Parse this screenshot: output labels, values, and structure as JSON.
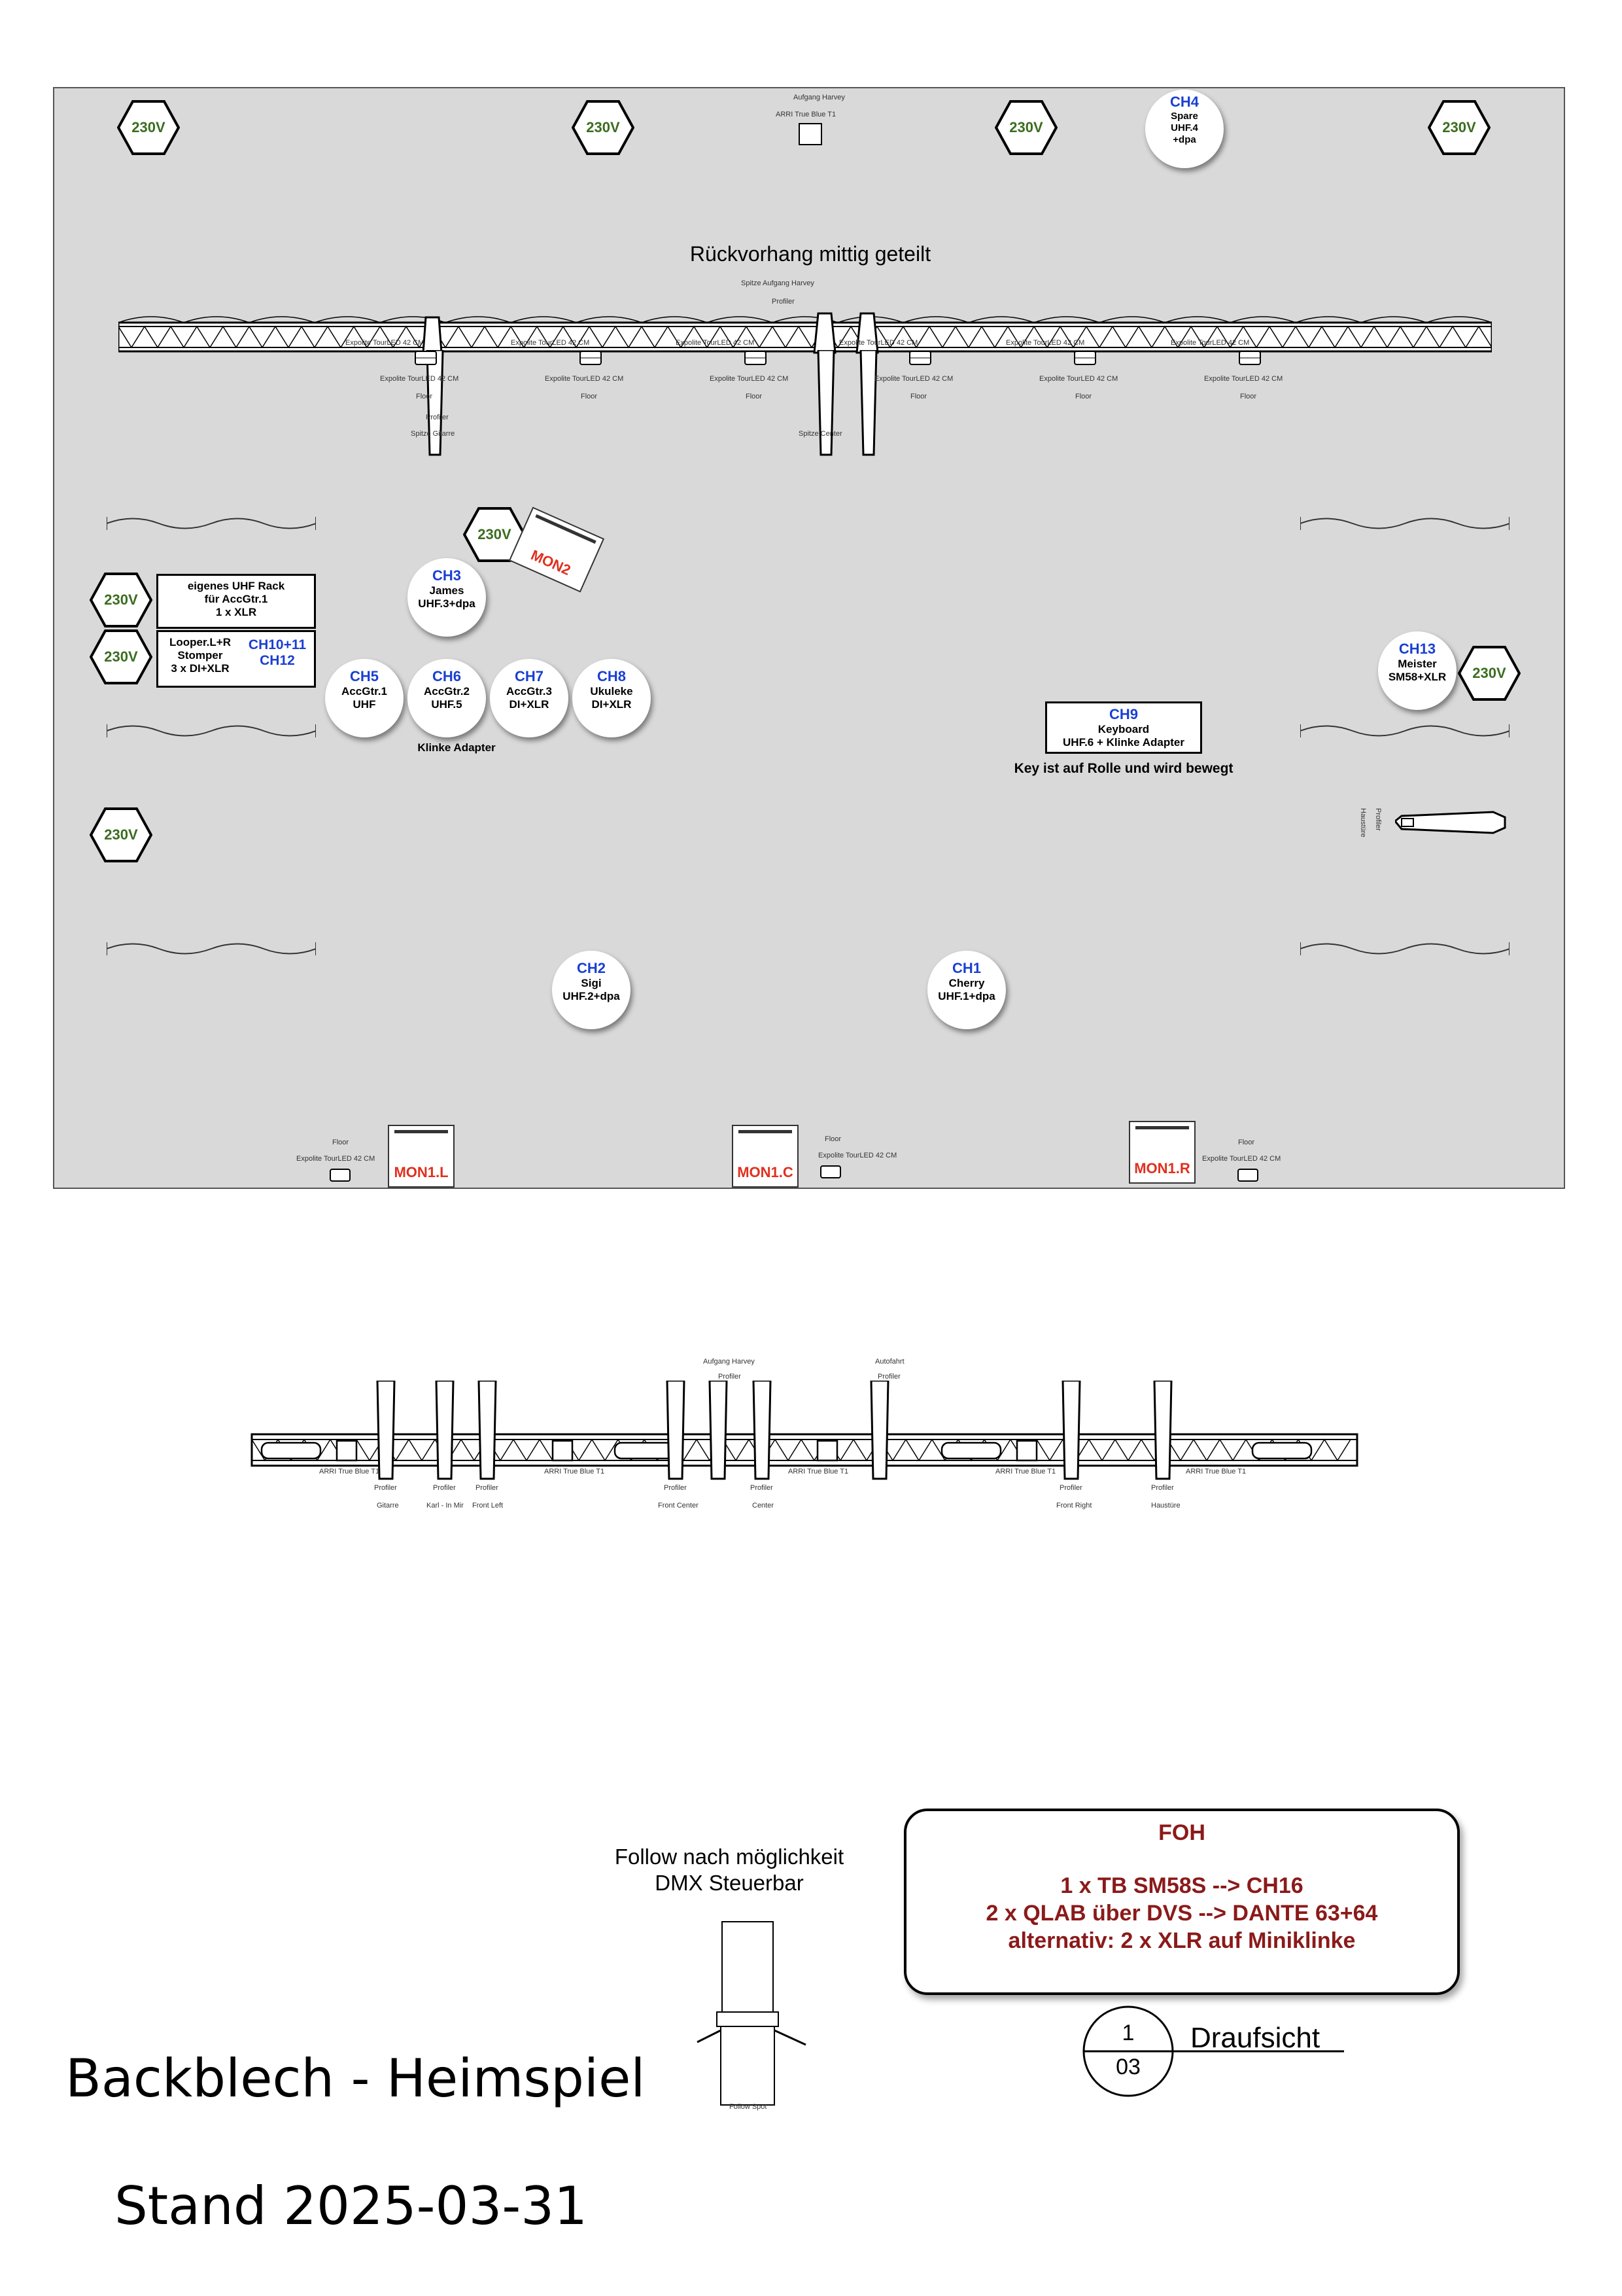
{
  "power": {
    "label": "230V"
  },
  "top": {
    "fixture_label_1": "Aufgang Harvey",
    "fixture_label_2": "ARRI True Blue T1",
    "curtain_title": "Rückvorhang mittig geteilt",
    "truss_top_label_1": "Spitze Aufgang Harvey",
    "truss_top_label_2": "Profiler"
  },
  "truss_labels": {
    "led": "Expolite TourLED 42 CM",
    "floor": "Floor",
    "profiler": "Profiler",
    "spitze_gitarre": "Spitze Gitarre",
    "spitze_center": "Spitze Center"
  },
  "channels": {
    "ch1": {
      "ch": "CH1",
      "desc": "Cherry\nUHF.1+dpa"
    },
    "ch2": {
      "ch": "CH2",
      "desc": "Sigi\nUHF.2+dpa"
    },
    "ch3": {
      "ch": "CH3",
      "desc": "James\nUHF.3+dpa"
    },
    "ch4": {
      "ch": "CH4",
      "desc": "Spare\nUHF.4\n+dpa"
    },
    "ch5": {
      "ch": "CH5",
      "desc": "AccGtr.1\nUHF"
    },
    "ch6": {
      "ch": "CH6",
      "desc": "AccGtr.2\nUHF.5"
    },
    "ch7": {
      "ch": "CH7",
      "desc": "AccGtr.3\nDI+XLR"
    },
    "ch8": {
      "ch": "CH8",
      "desc": "Ukuleke\nDI+XLR"
    },
    "ch13": {
      "ch": "CH13",
      "desc": "Meister\nSM58+XLR"
    }
  },
  "klinke_adapter": "Klinke Adapter",
  "uhf_rack": {
    "text": "eigenes UHF Rack\nfür AccGtr.1\n1 x XLR"
  },
  "looper": {
    "text": "Looper.L+R\nStomper\n3 x DI+XLR",
    "ch": "CH10+11\nCH12"
  },
  "ch9": {
    "ch": "CH9",
    "text": "Keyboard\nUHF.6 + Klinke Adapter",
    "note": "Key ist auf Rolle und wird bewegt"
  },
  "haustuere_side": {
    "label_1": "Haustüre",
    "label_2": "Profiler"
  },
  "monitors": {
    "mon2": "MON2",
    "mon1l": "MON1.L",
    "mon1c": "MON1.C",
    "mon1r": "MON1.R"
  },
  "front_truss": {
    "top_labels": [
      "Aufgang Harvey",
      "Profiler",
      "Autofahrt",
      "Profiler"
    ],
    "arri": "ARRI True Blue T1",
    "profiler": "Profiler",
    "positions": [
      "Gitarre",
      "Karl - In Mir",
      "Front Left",
      "Front Center",
      "Center",
      "Front Right",
      "Haustüre"
    ]
  },
  "follow": {
    "title": "Follow nach möglichkeit\nDMX Steuerbar",
    "label": "Follow Spot"
  },
  "foh": {
    "title": "FOH",
    "line1": "1 x TB SM58S --> CH16",
    "line2": "2 x QLAB über DVS --> DANTE 63+64",
    "line3": "alternativ: 2 x XLR auf Miniklinke"
  },
  "view": {
    "num": "1",
    "sheet": "03",
    "title": "Draufsicht"
  },
  "project_title": "Backblech - Heimspiel",
  "stand": "Stand 2025-03-31"
}
